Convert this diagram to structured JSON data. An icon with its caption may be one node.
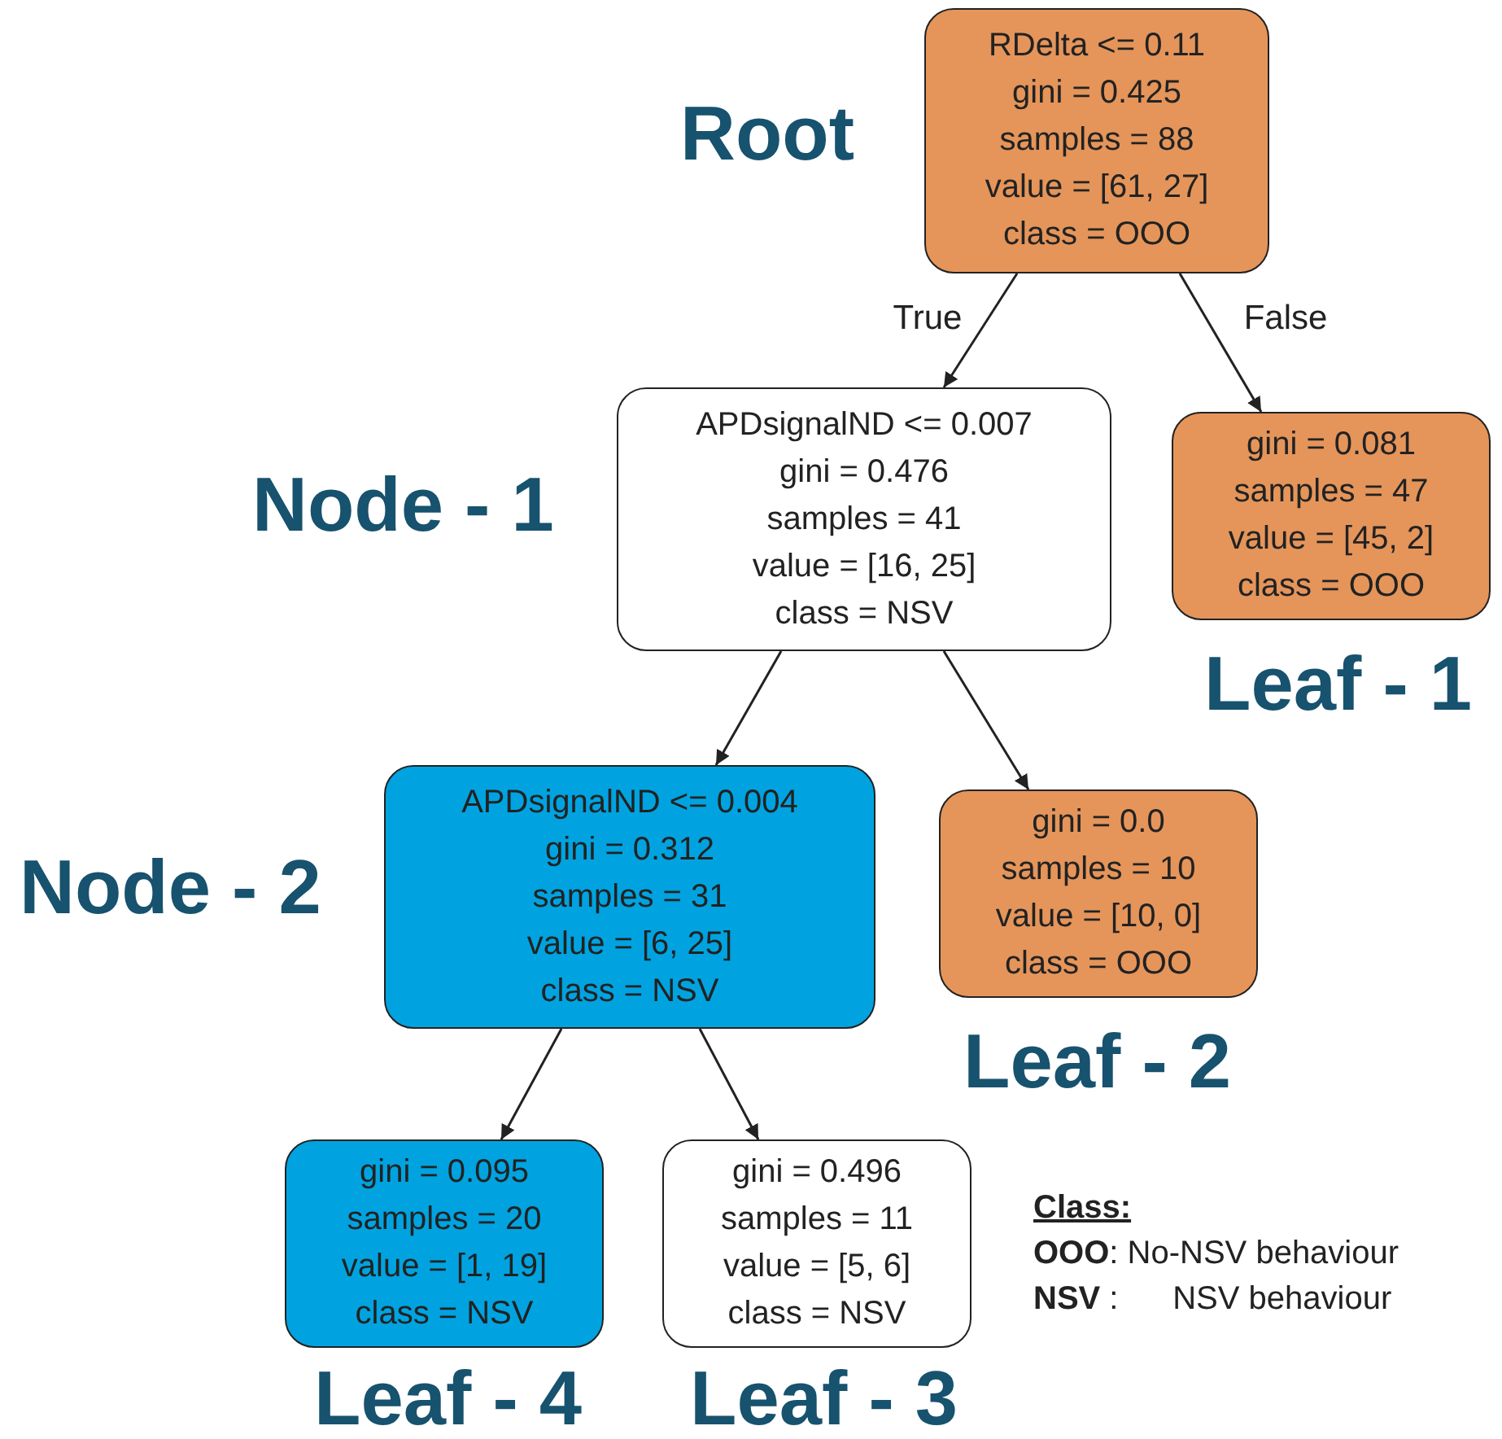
{
  "diagram": {
    "nodes": [
      {
        "text": [
          "RDelta <= 0.11",
          "gini = 0.425",
          "samples = 88",
          "value = [61, 27]",
          "class = OOO"
        ],
        "beside": [
          "Root"
        ]
      },
      {
        "text": [
          "APDsignalND <= 0.007",
          "gini = 0.476",
          "samples = 41",
          "value = [16, 25]",
          "class = NSV"
        ],
        "beside": [
          "Node - 1"
        ]
      },
      {
        "text": [
          "gini = 0.081",
          "samples = 47",
          "value = [45, 2]",
          "class = OOO"
        ],
        "beside": [
          "Leaf - 1"
        ]
      },
      {
        "text": [
          "APDsignalND <= 0.004",
          "gini = 0.312",
          "samples = 31",
          "value = [6, 25]",
          "class = NSV"
        ],
        "beside": [
          "Node - 2"
        ]
      },
      {
        "text": [
          "gini = 0.0",
          "samples = 10",
          "value = [10, 0]",
          "class = OOO"
        ],
        "beside": [
          "Leaf - 2"
        ]
      },
      {
        "text": [
          "gini = 0.095",
          "samples = 20",
          "value = [1, 19]",
          "class = NSV"
        ],
        "beside": [
          "Leaf - 4"
        ]
      },
      {
        "text": [
          "gini = 0.496",
          "samples = 11",
          "value = [5, 6]",
          "class = NSV"
        ],
        "beside": [
          "Leaf - 3"
        ]
      }
    ],
    "edges": [
      {
        "from": 0,
        "to": 1,
        "arrow": "to",
        "label": "True"
      },
      {
        "from": 0,
        "to": 2,
        "arrow": "to",
        "label": "False"
      },
      {
        "from": 1,
        "to": 3,
        "arrow": "to"
      },
      {
        "from": 1,
        "to": 4,
        "arrow": "to"
      },
      {
        "from": 3,
        "to": 5,
        "arrow": "to"
      },
      {
        "from": 3,
        "to": 6,
        "arrow": "to"
      }
    ],
    "labels": [
      "Class:",
      "**OOO**: No-NSV behaviour",
      "**NSV** :      NSV behaviour"
    ]
  }
}
